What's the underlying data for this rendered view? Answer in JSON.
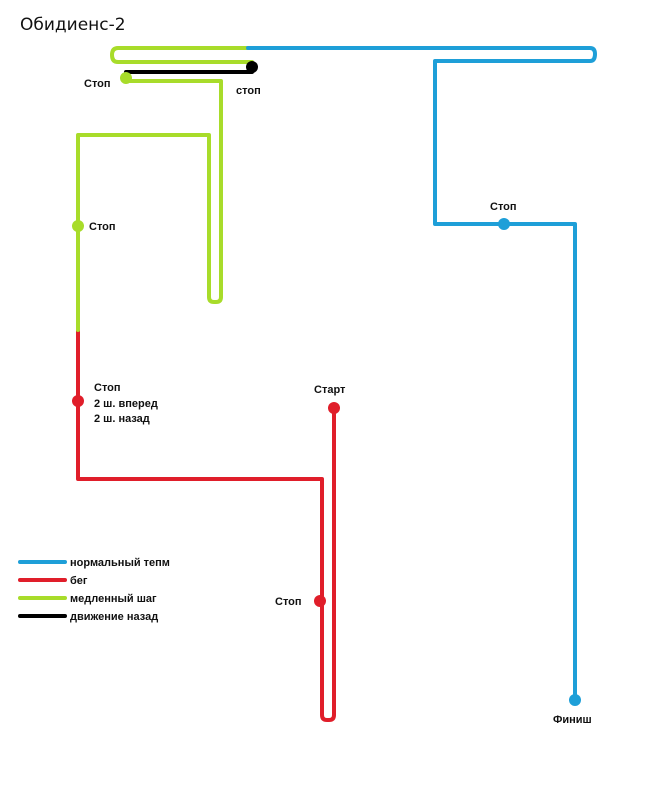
{
  "title": "Обидиенс-2",
  "colors": {
    "normal": "#1e9fd8",
    "run": "#e01e2a",
    "slow": "#a8dc2a",
    "back": "#000000"
  },
  "labels": {
    "stop_top_left": "Стоп",
    "stop_top_right": "стоп",
    "stop_green_mid": "Стоп",
    "stop_red_left": "Стоп",
    "stop_red_left_step_forward": "2 ш. вперед",
    "stop_red_left_step_back": "2 ш. назад",
    "start": "Старт",
    "stop_red_bottom": "Стоп",
    "stop_blue": "Стоп",
    "finish": "Финиш"
  },
  "legend": [
    {
      "label": "нормальный тепм",
      "color": "#1e9fd8"
    },
    {
      "label": "бег",
      "color": "#e01e2a"
    },
    {
      "label": "медленный шаг",
      "color": "#a8dc2a"
    },
    {
      "label": "движение назад",
      "color": "#000000"
    }
  ]
}
